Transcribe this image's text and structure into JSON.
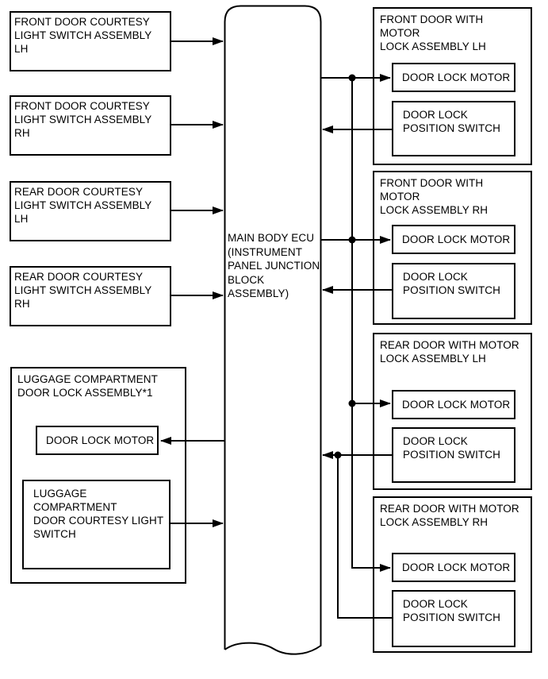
{
  "left_column": {
    "boxes": [
      {
        "lines": [
          "FRONT DOOR COURTESY",
          "LIGHT SWITCH ASSEMBLY LH"
        ]
      },
      {
        "lines": [
          "FRONT DOOR COURTESY",
          "LIGHT SWITCH ASSEMBLY RH"
        ]
      },
      {
        "lines": [
          "REAR DOOR COURTESY",
          "LIGHT SWITCH ASSEMBLY LH"
        ]
      },
      {
        "lines": [
          "REAR DOOR COURTESY",
          "LIGHT SWITCH ASSEMBLY RH"
        ]
      }
    ]
  },
  "luggage_assembly": {
    "title_lines": [
      "LUGGAGE COMPARTMENT",
      "DOOR LOCK ASSEMBLY*1"
    ],
    "motor_label": "DOOR LOCK MOTOR",
    "switch_lines": [
      "LUGGAGE COMPARTMENT",
      "DOOR COURTESY LIGHT",
      "SWITCH"
    ]
  },
  "ecu": {
    "lines": [
      "MAIN BODY ECU",
      "(INSTRUMENT",
      "PANEL JUNCTION",
      "BLOCK",
      "ASSEMBLY)"
    ]
  },
  "right_column": {
    "assemblies": [
      {
        "title_lines": [
          "FRONT DOOR WITH MOTOR",
          "LOCK ASSEMBLY LH"
        ],
        "motor_label": "DOOR LOCK MOTOR",
        "switch_lines": [
          "DOOR LOCK",
          "POSITION SWITCH"
        ]
      },
      {
        "title_lines": [
          "FRONT DOOR WITH MOTOR",
          "LOCK ASSEMBLY RH"
        ],
        "motor_label": "DOOR LOCK MOTOR",
        "switch_lines": [
          "DOOR LOCK",
          "POSITION SWITCH"
        ]
      },
      {
        "title_lines": [
          "REAR DOOR WITH MOTOR",
          "LOCK ASSEMBLY LH"
        ],
        "motor_label": "DOOR LOCK MOTOR",
        "switch_lines": [
          "DOOR LOCK",
          "POSITION SWITCH"
        ]
      },
      {
        "title_lines": [
          "REAR DOOR WITH MOTOR",
          "LOCK ASSEMBLY RH"
        ],
        "motor_label": "DOOR LOCK MOTOR",
        "switch_lines": [
          "DOOR LOCK",
          "POSITION SWITCH"
        ]
      }
    ]
  },
  "colors": {
    "line": "#000000",
    "background": "#ffffff"
  }
}
